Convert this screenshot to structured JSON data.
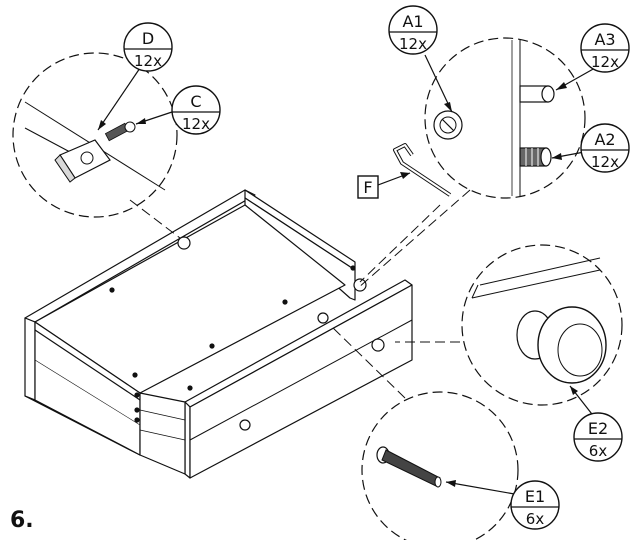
{
  "step": {
    "number": "6."
  },
  "callouts": {
    "D": {
      "letter": "D",
      "qty": "12x"
    },
    "C": {
      "letter": "C",
      "qty": "12x"
    },
    "A1": {
      "letter": "A1",
      "qty": "12x"
    },
    "A3": {
      "letter": "A3",
      "qty": "12x"
    },
    "A2": {
      "letter": "A2",
      "qty": "12x"
    },
    "E2": {
      "letter": "E2",
      "qty": "6x"
    },
    "E1": {
      "letter": "E1",
      "qty": "6x"
    }
  },
  "tool": {
    "label": "F"
  },
  "colors": {
    "line": "#111111",
    "fill": "#ffffff",
    "shade": "#d9d9d9",
    "dark": "#555555"
  }
}
